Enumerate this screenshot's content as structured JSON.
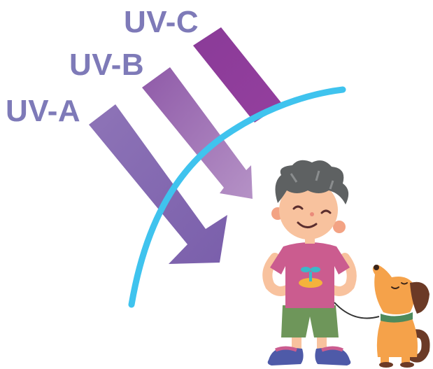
{
  "labels": {
    "uv_c": "UV-C",
    "uv_b": "UV-B",
    "uv_a": "UV-A"
  },
  "colors": {
    "label_text": "#7e7ab8",
    "uv_c_arrow": "#8c3e9a",
    "uv_b_arrow": "#a074b6",
    "uv_a_arrow": "#8567ae",
    "atmosphere_arc": "#3fc3ee",
    "kid_shirt": "#cb5c8f",
    "kid_shorts": "#6e965a",
    "kid_hair": "#5e6162",
    "kid_skin": "#f8c29e",
    "dog_body": "#f5a24a",
    "dog_ear": "#6b3a26",
    "dog_collar": "#4f8a5b",
    "shoe": "#4e5aa8"
  }
}
